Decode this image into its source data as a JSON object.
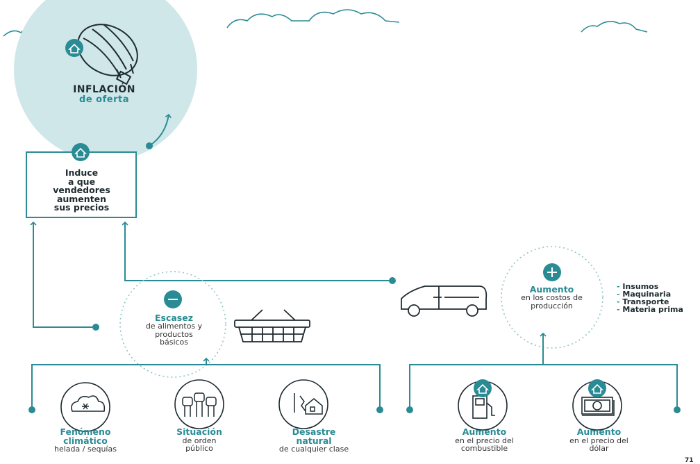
{
  "title": {
    "main": "INFLACIÓN",
    "sub": "de oferta"
  },
  "effect": {
    "text": "Induce\na que\nvendedores\naumenten\nsus precios"
  },
  "escasez": {
    "heading": "Escasez",
    "text": "de alimentos y\nproductos\nbásicos"
  },
  "aumento_costos": {
    "heading": "Aumento",
    "text": "en los costos de\nproducción"
  },
  "factors": [
    "Insumos",
    "Maquinaria",
    "Transporte",
    "Materia prima"
  ],
  "causes": [
    {
      "heading": "Fenómeno\nclimático",
      "text": "helada / sequías",
      "icon": "snow-cloud-icon"
    },
    {
      "heading": "Situación",
      "text": "de orden\npúblico",
      "icon": "raised-fists-icon"
    },
    {
      "heading": "Desastre\nnatural",
      "text": "de cualquier clase",
      "icon": "damaged-house-icon"
    },
    {
      "heading": "Aumento",
      "text": "en el precio del\ncombustible",
      "icon": "fuel-pump-icon"
    },
    {
      "heading": "Aumento",
      "text": "en el precio del\ndólar",
      "icon": "banknote-icon"
    }
  ],
  "page_number": "71",
  "colors": {
    "teal": "#2a8b94",
    "light_teal": "#cfe7e9",
    "text": "#1e2b30"
  }
}
